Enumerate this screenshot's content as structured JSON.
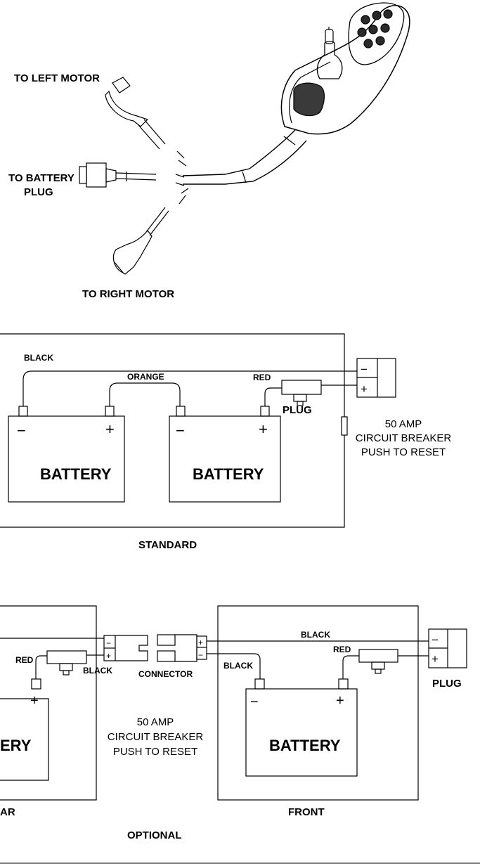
{
  "harness": {
    "left_motor": "TO LEFT MOTOR",
    "battery_plug_line1": "TO BATTERY",
    "battery_plug_line2": "PLUG",
    "right_motor": "TO RIGHT MOTOR"
  },
  "standard": {
    "wire_black": "BLACK",
    "wire_orange": "ORANGE",
    "wire_red": "RED",
    "plug": "PLUG",
    "battery_left": "BATTERY",
    "battery_right": "BATTERY",
    "breaker_line1": "50 AMP",
    "breaker_line2": "CIRCUIT BREAKER",
    "breaker_line3": "PUSH TO RESET",
    "caption": "STANDARD"
  },
  "optional": {
    "rear_red": "RED",
    "rear_black": "BLACK",
    "connector": "CONNECTOR",
    "front_black_top": "BLACK",
    "front_red": "RED",
    "front_black_left": "BLACK",
    "plug": "PLUG",
    "battery_rear_partial": "ERY",
    "battery_front": "BATTERY",
    "breaker_line1": "50 AMP",
    "breaker_line2": "CIRCUIT BREAKER",
    "breaker_line3": "PUSH TO RESET",
    "rear_label_partial": "AR",
    "front_label": "FRONT",
    "caption": "OPTIONAL"
  },
  "symbols": {
    "minus": "−",
    "plus": "+"
  }
}
